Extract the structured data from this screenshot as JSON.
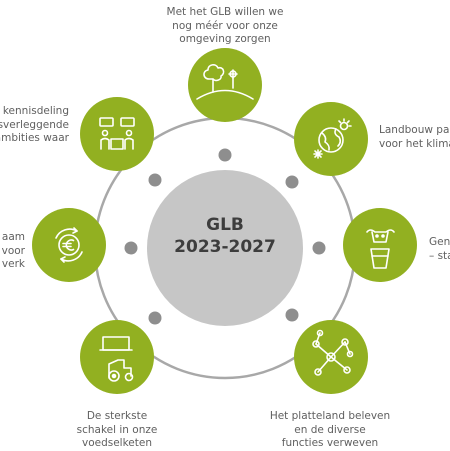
{
  "center": {
    "line1": "GLB",
    "line2": "2023-2027"
  },
  "colors": {
    "accent": "#92b021",
    "ring": "#a8a8a8",
    "dot": "#8e8e8e",
    "center_fill": "#c6c6c6",
    "text": "#5f5f5f"
  },
  "themes": [
    {
      "icon": "landscape-icon",
      "lines": [
        "Met het GLB willen we",
        "nog méér voor onze",
        "omgeving zorgen"
      ]
    },
    {
      "icon": "globe-sun-snow-icon",
      "lines": [
        "Landbouw pa",
        "voor het klima"
      ]
    },
    {
      "icon": "cow-bucket-icon",
      "lines": [
        "Gen",
        "– sta"
      ]
    },
    {
      "icon": "network-icon",
      "lines": [
        "Het platteland beleven",
        "en de diverse",
        "functies verweven"
      ]
    },
    {
      "icon": "tractor-icon",
      "lines": [
        "De sterkste",
        "schakel in onze",
        "voedselketen"
      ]
    },
    {
      "icon": "euro-cycle-icon",
      "lines": [
        "aam",
        "voor",
        "verk"
      ]
    },
    {
      "icon": "people-chat-icon",
      "lines": [
        "n kennisdeling",
        "nsverleggende",
        "ambities waar"
      ]
    }
  ]
}
